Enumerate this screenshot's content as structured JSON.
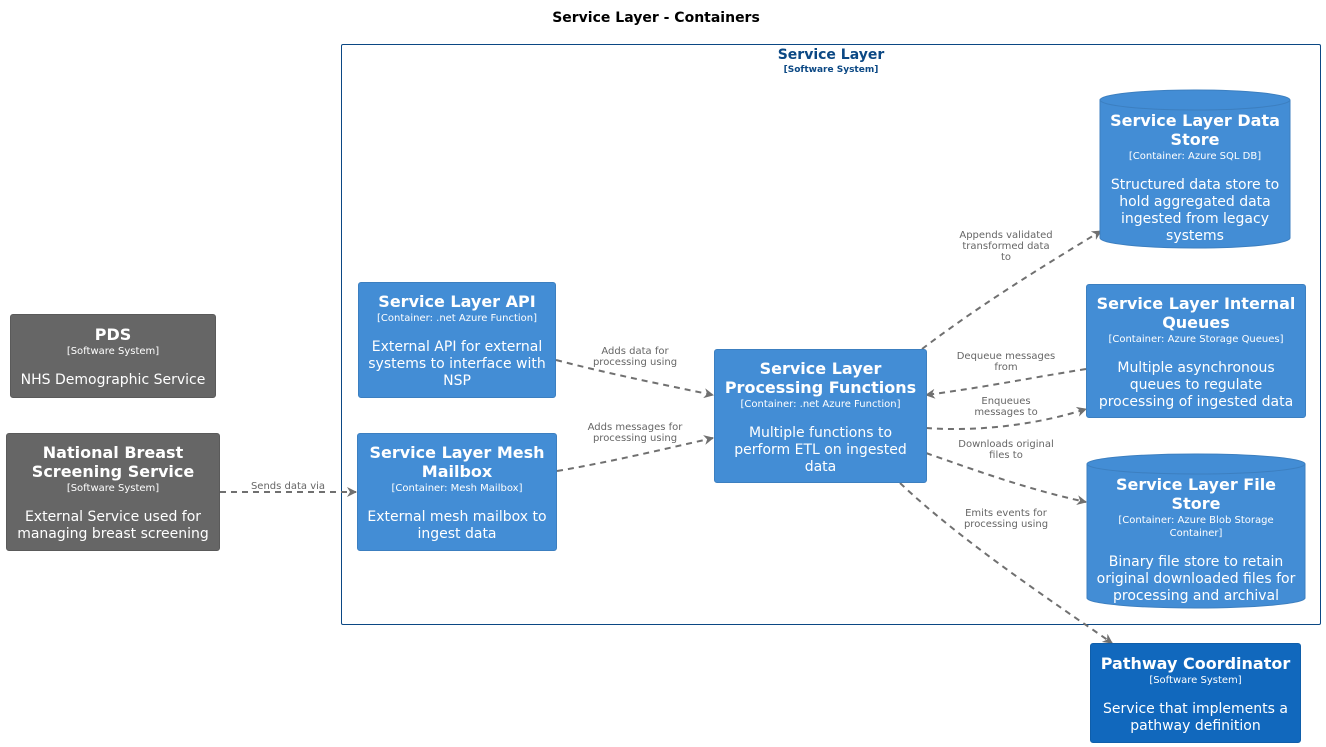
{
  "title": "Service Layer - Containers",
  "boundary": {
    "name": "Service Layer",
    "type": "[Software System]"
  },
  "nodes": {
    "pds": {
      "name": "PDS",
      "type": "[Software System]",
      "desc": "NHS Demographic Service"
    },
    "nbss": {
      "name": "National Breast Screening Service",
      "type": "[Software System]",
      "desc": "External Service used for managing breast screening"
    },
    "api": {
      "name": "Service Layer API",
      "type": "[Container: .net Azure Function]",
      "desc": "External API for external systems to interface with NSP"
    },
    "mesh": {
      "name": "Service Layer Mesh Mailbox",
      "type": "[Container: Mesh Mailbox]",
      "desc": "External mesh mailbox to ingest data"
    },
    "proc": {
      "name": "Service Layer Processing Functions",
      "type": "[Container: .net Azure Function]",
      "desc": "Multiple functions to perform ETL on ingested data"
    },
    "datastore": {
      "name": "Service Layer Data Store",
      "type": "[Container: Azure SQL DB]",
      "desc": "Structured data store to hold aggregated data ingested from legacy systems"
    },
    "queues": {
      "name": "Service Layer Internal Queues",
      "type": "[Container: Azure Storage Queues]",
      "desc": "Multiple asynchronous queues to regulate processing of ingested data"
    },
    "filestore": {
      "name": "Service Layer File Store",
      "type": "[Container: Azure Blob Storage Container]",
      "desc": "Binary file store to retain original downloaded files for processing and archival"
    },
    "pathway": {
      "name": "Pathway Coordinator",
      "type": "[Software System]",
      "desc": "Service that implements a pathway definition"
    }
  },
  "edges": {
    "nbss_mesh": "Sends data via",
    "api_proc": "Adds data for\nprocessing using",
    "mesh_proc": "Adds messages for\nprocessing using",
    "proc_datastore": "Appends validated\ntransformed data\nto",
    "queues_proc": "Dequeue messages\nfrom",
    "proc_queues": "Enqueues\nmessages to",
    "proc_filestore": "Downloads original\nfiles to",
    "proc_pathway": "Emits events for\nprocessing using"
  },
  "colors": {
    "external": "#666666",
    "container": "#438dd5",
    "system": "#1168bd",
    "boundary": "#0b4884",
    "edge": "#707070"
  }
}
